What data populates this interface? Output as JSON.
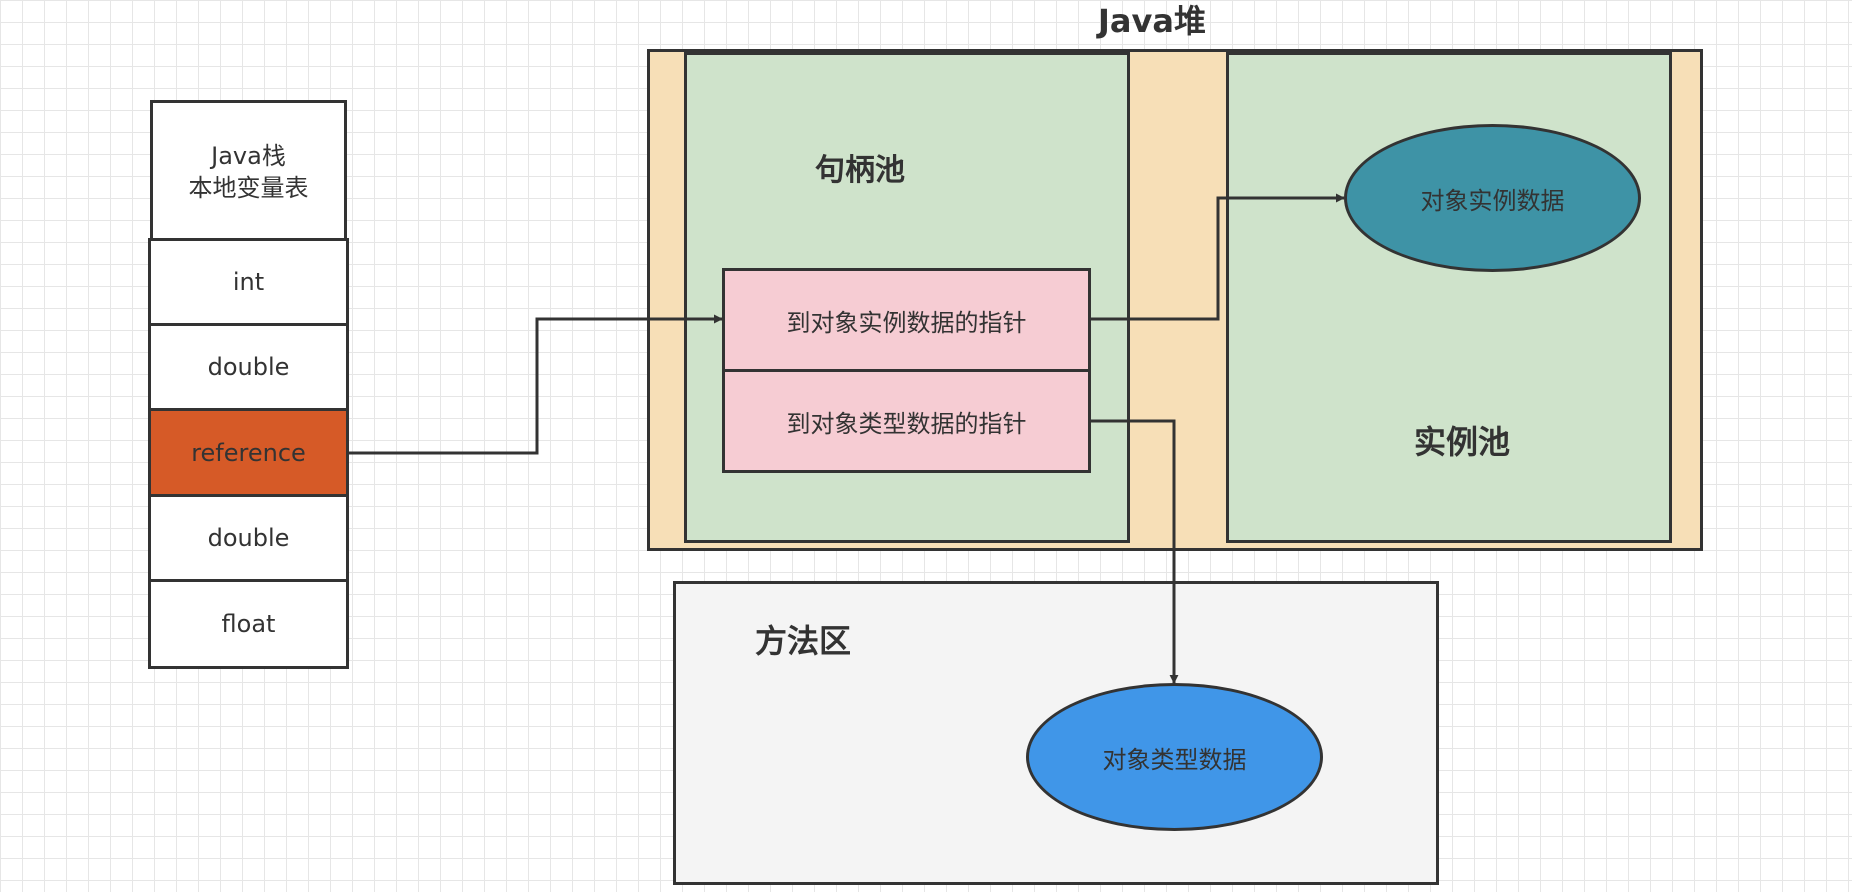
{
  "colors": {
    "heap_bg": "#f7dfb7",
    "pool_bg": "#cfe3cb",
    "pointer_bg": "#f6ccd3",
    "reference_bg": "#d65a27",
    "instance_data_bg": "#3e93a6",
    "method_area_bg": "#f4f4f4",
    "type_data_bg": "#4096e8",
    "stroke": "#333333"
  },
  "heap": {
    "title": "Java堆"
  },
  "stack": {
    "header_line1": "Java栈",
    "header_line2": "本地变量表",
    "slots": [
      "int",
      "double",
      "reference",
      "double",
      "float"
    ]
  },
  "handle_pool": {
    "title": "句柄池",
    "instance_pointer": "到对象实例数据的指针",
    "type_pointer": "到对象类型数据的指针"
  },
  "instance_pool": {
    "title": "实例池",
    "instance_data": "对象实例数据"
  },
  "method_area": {
    "title": "方法区",
    "type_data": "对象类型数据"
  }
}
